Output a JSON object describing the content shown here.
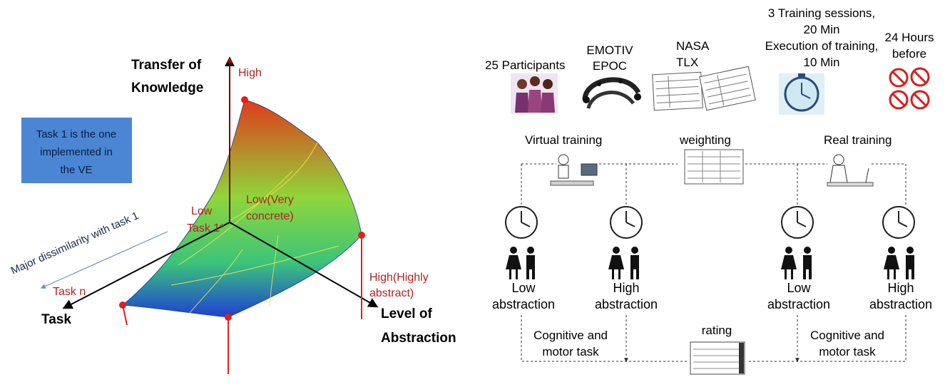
{
  "left_panel": {
    "axis_y_title_line1": "Transfer  of",
    "axis_y_title_line2": "Knowledge",
    "axis_x_title": "Task",
    "axis_z_title_line1": "Level of",
    "axis_z_title_line2": "Abstraction",
    "label_high": "High",
    "label_low": "Low",
    "label_task1": "Task 1*",
    "label_low_concrete_line1": "Low(Very",
    "label_low_concrete_line2": "concrete)",
    "label_high_abstract_line1": "High(Highly",
    "label_high_abstract_line2": "abstract)",
    "label_task_n": "Task n",
    "dissimilarity_label": "Major dissimilarity with task 1",
    "note_line1": "Task 1 is the one",
    "note_line2": "implemented in",
    "note_line3": "the VE",
    "colors": {
      "axis": "#000000",
      "label_red": "#b22222",
      "note_bg": "#4a86d4",
      "marker": "#e02020",
      "surface_top": "#e03a1c",
      "surface_mid": "#6fcf3c",
      "surface_bottom": "#1f3fd6"
    }
  },
  "right_panel": {
    "participants": "25 Participants",
    "emotiv_line1": "EMOTIV",
    "emotiv_line2": "EPOC",
    "nasa_line1": "NASA",
    "nasa_line2": "TLX",
    "sessions_line1": "3 Training sessions,",
    "sessions_line2": "20 Min",
    "sessions_line3": "Execution of training,",
    "sessions_line4": "10 Min",
    "hours_line1": "24 Hours",
    "hours_line2": "before",
    "virtual_training": "Virtual training",
    "weighting": "weighting",
    "real_training": "Real training",
    "groups": [
      {
        "line1": "Low",
        "line2": "abstraction"
      },
      {
        "line1": "High",
        "line2": "abstraction"
      },
      {
        "line1": "Low",
        "line2": "abstraction"
      },
      {
        "line1": "High",
        "line2": "abstraction"
      }
    ],
    "task_left_line1": "Cognitive and",
    "task_left_line2": "motor task",
    "task_right_line1": "Cognitive and",
    "task_right_line2": "motor task",
    "rating": "rating"
  }
}
